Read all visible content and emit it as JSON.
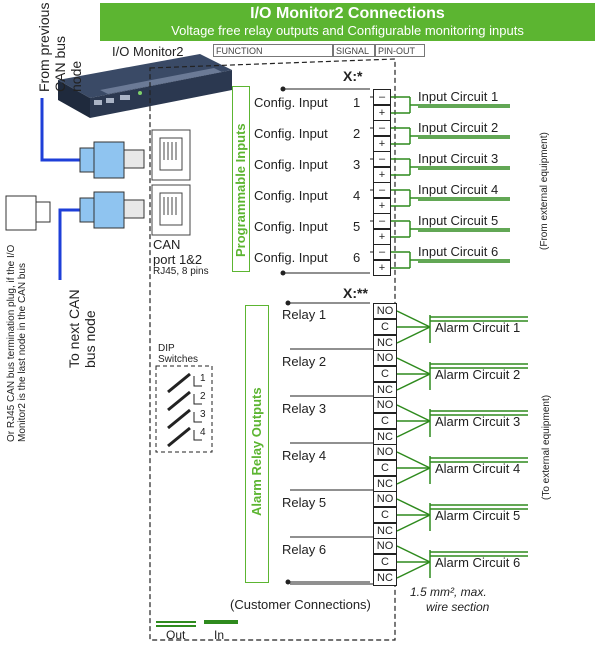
{
  "header": {
    "title": "I/O Monitor2 Connections",
    "subtitle": "Voltage free relay outputs and Configurable monitoring inputs"
  },
  "device_label": "I/O Monitor2",
  "columns": {
    "function": "FUNCTION",
    "signal": "SIGNAL",
    "pinout": "PIN-OUT"
  },
  "left": {
    "from_prev": "From previous CAN bus node",
    "to_next": "To next CAN bus node",
    "term_note": "Or RJ45 CAN bus termination plug, if the I/O Monitor2 is the last node in the CAN bus",
    "can_label1": "CAN",
    "can_label2": "port 1&2",
    "can_label3": "RJ45, 8 pins",
    "dip_label1": "DIP",
    "dip_label2": "Switches",
    "dip_numbers": [
      "1",
      "2",
      "3",
      "4"
    ]
  },
  "inputs": {
    "connector": "X:*",
    "group_label": "Programmable Inputs",
    "rows": [
      {
        "label": "Config. Input",
        "num": "1",
        "circuit": "Input Circuit 1"
      },
      {
        "label": "Config. Input",
        "num": "2",
        "circuit": "Input Circuit 2"
      },
      {
        "label": "Config. Input",
        "num": "3",
        "circuit": "Input Circuit 3"
      },
      {
        "label": "Config. Input",
        "num": "4",
        "circuit": "Input Circuit 4"
      },
      {
        "label": "Config. Input",
        "num": "5",
        "circuit": "Input Circuit 5"
      },
      {
        "label": "Config. Input",
        "num": "6",
        "circuit": "Input Circuit 6"
      }
    ],
    "minus": "–",
    "plus": "+",
    "side_note": "(From external equipment)"
  },
  "relays": {
    "connector": "X:**",
    "group_label": "Alarm Relay Outputs",
    "terminals": [
      "NO",
      "C",
      "NC"
    ],
    "rows": [
      {
        "label": "Relay 1",
        "circuit": "Alarm Circuit 1"
      },
      {
        "label": "Relay 2",
        "circuit": "Alarm Circuit 2"
      },
      {
        "label": "Relay 3",
        "circuit": "Alarm Circuit 3"
      },
      {
        "label": "Relay 4",
        "circuit": "Alarm Circuit 4"
      },
      {
        "label": "Relay 5",
        "circuit": "Alarm Circuit 5"
      },
      {
        "label": "Relay 6",
        "circuit": "Alarm Circuit 6"
      }
    ],
    "side_note": "(To external equipment)"
  },
  "footer": {
    "customer": "(Customer Connections)",
    "wire_line1": "1.5 mm², max.",
    "wire_line2": "wire section",
    "legend_out": "Out",
    "legend_in": "In"
  },
  "colors": {
    "green": "#5cb531",
    "dark_green": "#2e8a1d",
    "blue": "#1e3fd8",
    "cable": "#8fc4f0"
  }
}
